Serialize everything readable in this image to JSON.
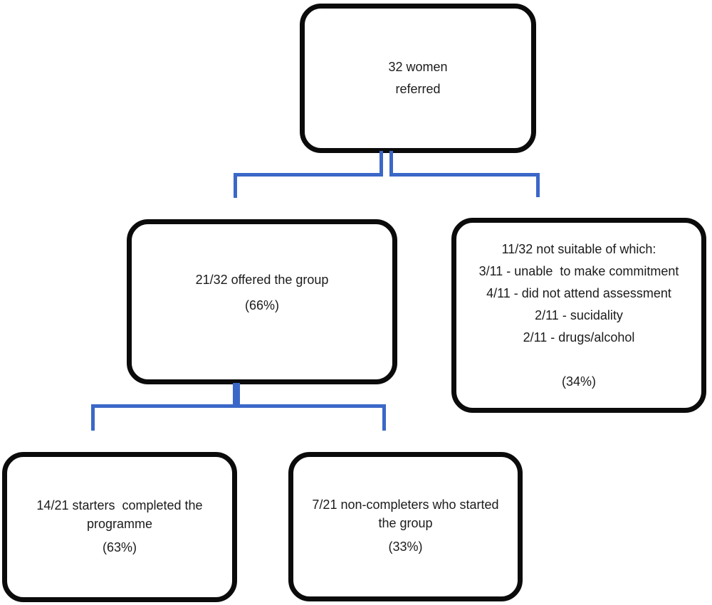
{
  "colors": {
    "connector": "#3b68c8",
    "box_border": "#0b0b0b",
    "text": "#1b1b1b",
    "background": "#ffffff"
  },
  "chart_data": {
    "type": "flowchart",
    "title": "",
    "nodes": [
      {
        "id": "referred",
        "value": 32,
        "label": "32 women referred"
      },
      {
        "id": "offered",
        "value": 21,
        "of": 32,
        "percent": "66%",
        "label": "21/32 offered the group"
      },
      {
        "id": "not_suitable",
        "value": 11,
        "of": 32,
        "percent": "34%",
        "label": "11/32 not suitable"
      },
      {
        "id": "completed",
        "value": 14,
        "of": 21,
        "percent": "63%",
        "label": "14/21 starters completed the programme"
      },
      {
        "id": "non_completers",
        "value": 7,
        "of": 21,
        "percent": "33%",
        "label": "7/21 non-completers who started the group"
      }
    ],
    "edges": [
      [
        "referred",
        "offered"
      ],
      [
        "referred",
        "not_suitable"
      ],
      [
        "offered",
        "completed"
      ],
      [
        "offered",
        "non_completers"
      ]
    ]
  },
  "nodes": {
    "referred": {
      "lines": [
        "32 women",
        "referred"
      ]
    },
    "offered": {
      "lines": [
        "21/32 offered the group",
        "(66%)"
      ]
    },
    "not_suitable": {
      "lines": [
        "11/32 not suitable of which:",
        "3/11 - unable  to make commitment",
        "4/11 - did not attend assessment",
        "2/11 - sucidality",
        "2/11 - drugs/alcohol",
        "",
        "(34%)"
      ]
    },
    "completed": {
      "lines": [
        "14/21 starters  completed the",
        "programme",
        "(63%)"
      ]
    },
    "non_completers": {
      "lines": [
        "7/21 non-completers who started",
        "the group",
        "(33%)"
      ]
    }
  }
}
